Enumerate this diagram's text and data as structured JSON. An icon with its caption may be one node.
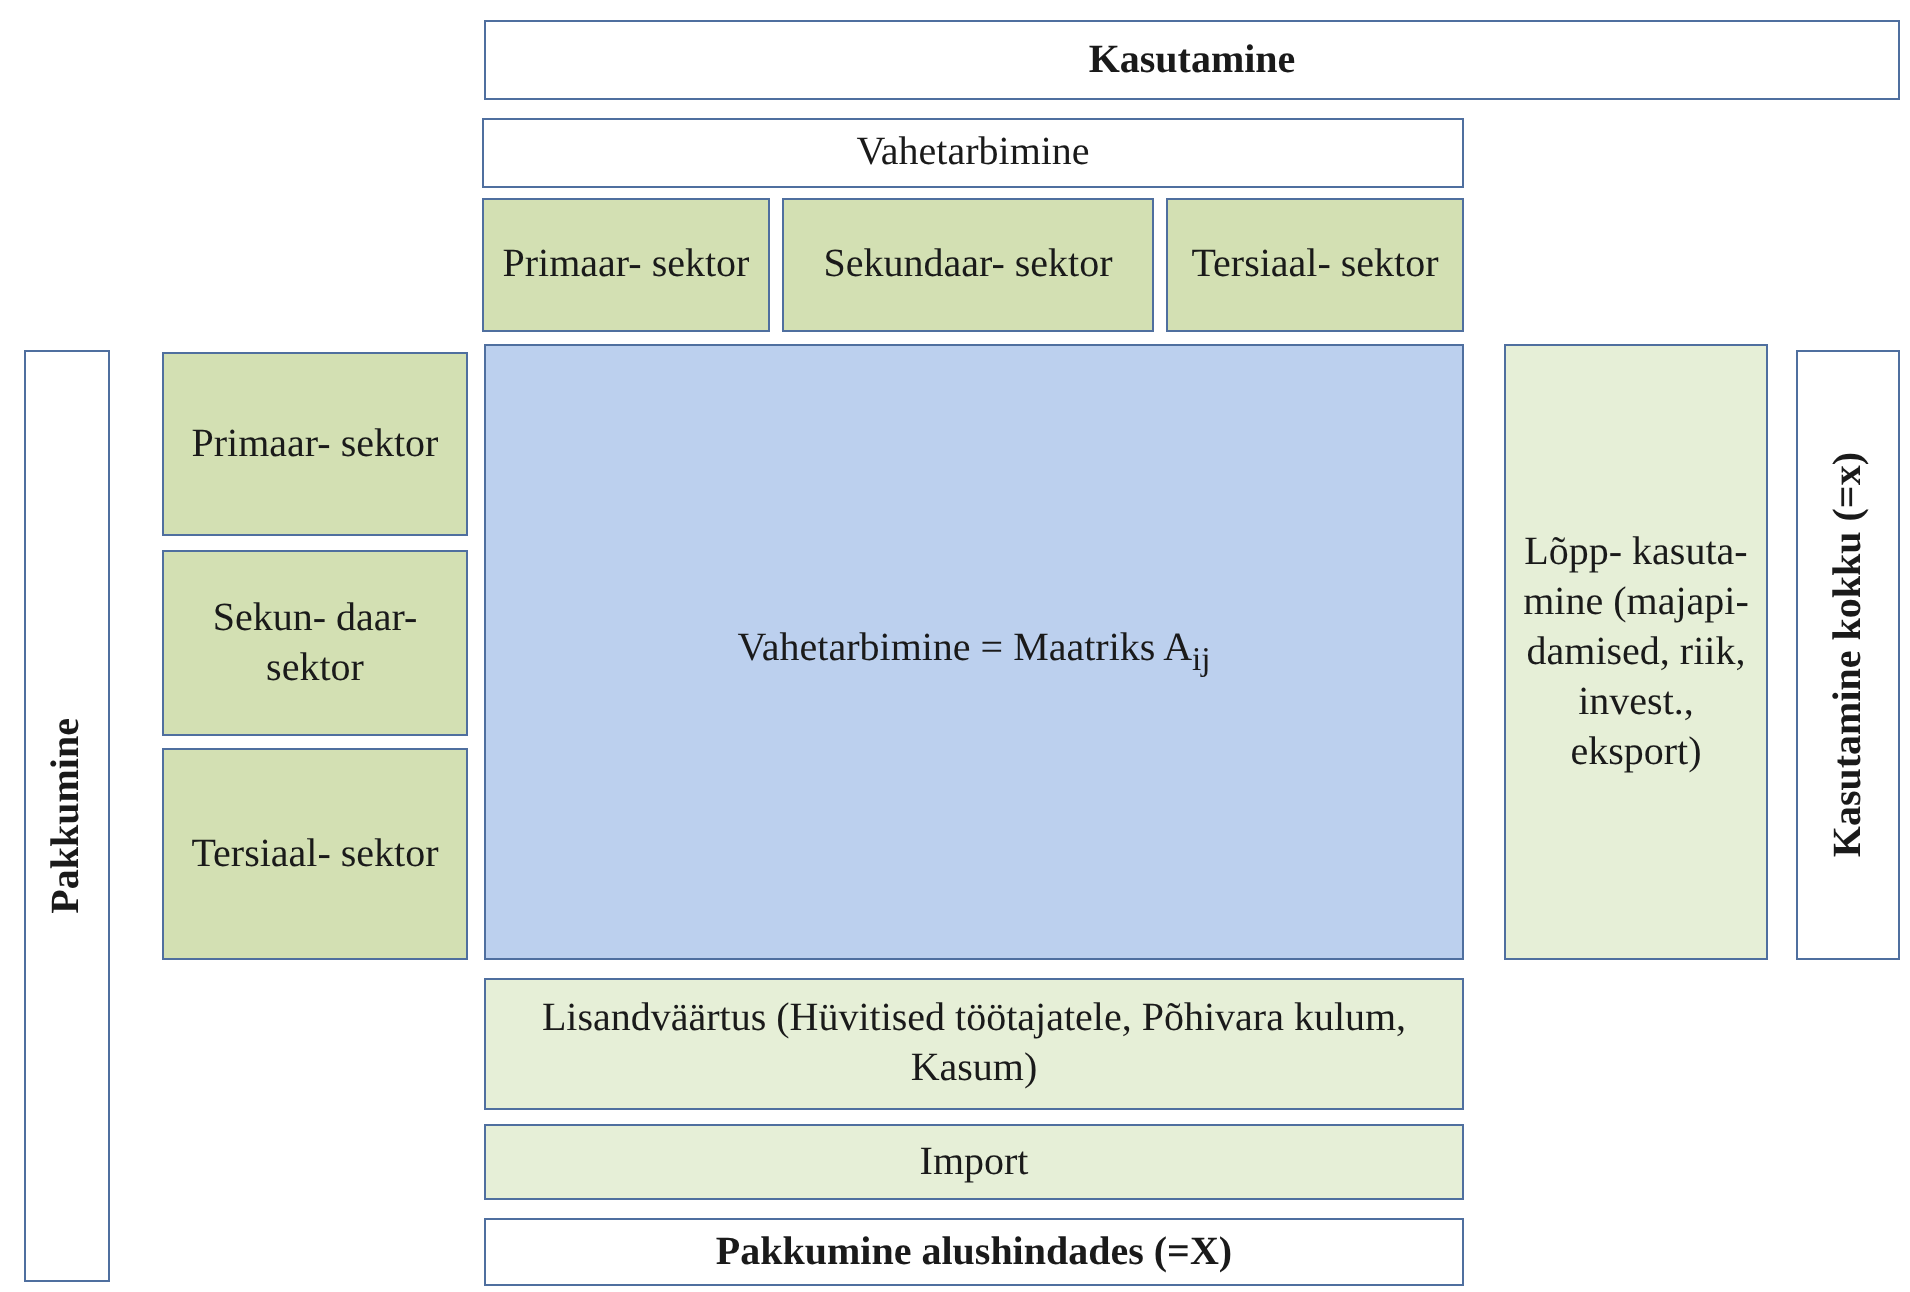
{
  "diagram": {
    "nodes": [
      {
        "text": [
          "Kasutamine"
        ]
      },
      {
        "text": [
          "Vahetarbimine"
        ]
      },
      {
        "text": [
          "Primaar- sektor"
        ]
      },
      {
        "text": [
          "Sekundaar- sektor"
        ]
      },
      {
        "text": [
          "Tersiaal- sektor"
        ]
      },
      {
        "text": [
          "Pakkumine"
        ]
      },
      {
        "text": [
          "Primaar- sektor"
        ]
      },
      {
        "text": [
          "Sekun- daar- sektor"
        ]
      },
      {
        "text": [
          "Tersiaal- sektor"
        ]
      },
      {
        "text": [
          "Vahetarbimine = Maatriks A$_{ij}$"
        ]
      },
      {
        "text": [
          "Lõpp- kasuta- mine (majapi- damised, riik, invest., eksport)"
        ]
      },
      {
        "text": [
          "Kasutamine kokku (=x)"
        ]
      },
      {
        "text": [
          "Lisandväärtus (Hüvitised töötajatele, Põhivara kulum, Kasum)"
        ]
      },
      {
        "text": [
          "Import"
        ]
      },
      {
        "text": [
          "Pakkumine alushindades (=X)"
        ]
      }
    ],
    "edges": []
  }
}
